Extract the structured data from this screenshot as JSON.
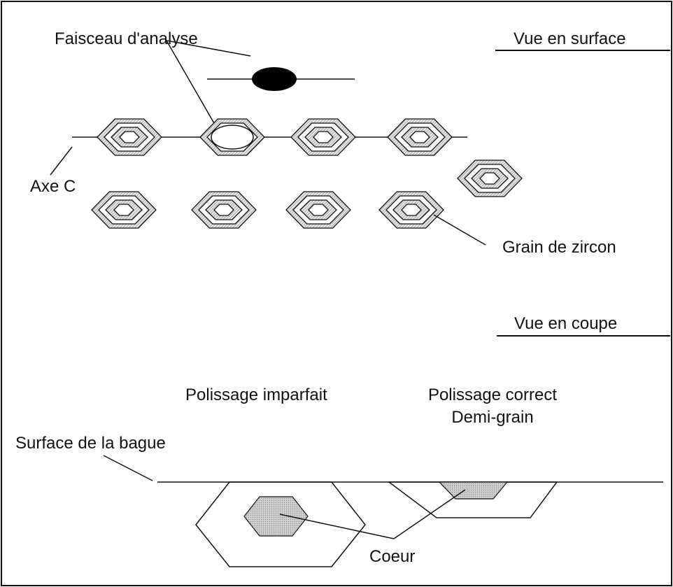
{
  "labels": {
    "vue_surface": "Vue en surface",
    "faisceau": "Faisceau d'analyse",
    "axe_c": "Axe C",
    "grain": "Grain de zircon",
    "vue_coupe": "Vue en coupe",
    "polissage_imparfait": "Polissage imparfait",
    "polissage_correct": "Polissage correct",
    "demi_grain": "Demi-grain",
    "surface_bague": "Surface de la bague",
    "coeur": "Coeur"
  },
  "colors": {
    "line": "#111111",
    "hatch": "#9a9a9a",
    "core_fill": "#c8c8c8",
    "beam_fill": "#000000",
    "background": "#ffffff"
  }
}
